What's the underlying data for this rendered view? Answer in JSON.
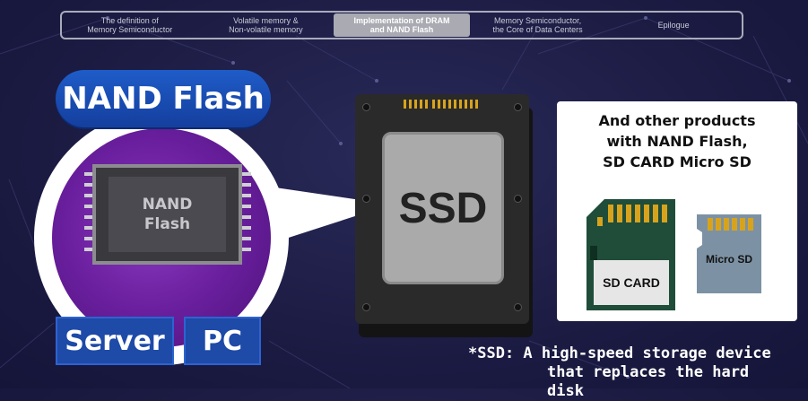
{
  "nav": {
    "items": [
      {
        "label": "The definition of\nMemory Semiconductor",
        "active": false
      },
      {
        "label": "Volatile memory &\nNon-volatile memory",
        "active": false
      },
      {
        "label": "Implementation of DRAM\nand NAND Flash",
        "active": true
      },
      {
        "label": "Memory Semiconductor,\nthe Core of Data Centers",
        "active": false
      },
      {
        "label": "Epilogue",
        "active": false
      }
    ]
  },
  "nand": {
    "title": "NAND Flash",
    "chip_label": "NAND\nFlash"
  },
  "uses": {
    "server": "Server",
    "pc": "PC"
  },
  "ssd": {
    "label": "SSD"
  },
  "products": {
    "title_line1": "And other products",
    "title_line2": "with NAND Flash,",
    "title_line3": "SD CARD Micro SD",
    "sd_card_label": "SD CARD",
    "micro_sd_label": "Micro SD"
  },
  "footnote": {
    "line1": "*SSD: A high-speed storage device",
    "line2": "that replaces the hard disk"
  },
  "colors": {
    "background": "#1c1c44",
    "pill_blue": "#1f5cc8",
    "purple": "#6a1f9e",
    "sd_green": "#1f4d3a",
    "gold": "#d8a31c"
  }
}
